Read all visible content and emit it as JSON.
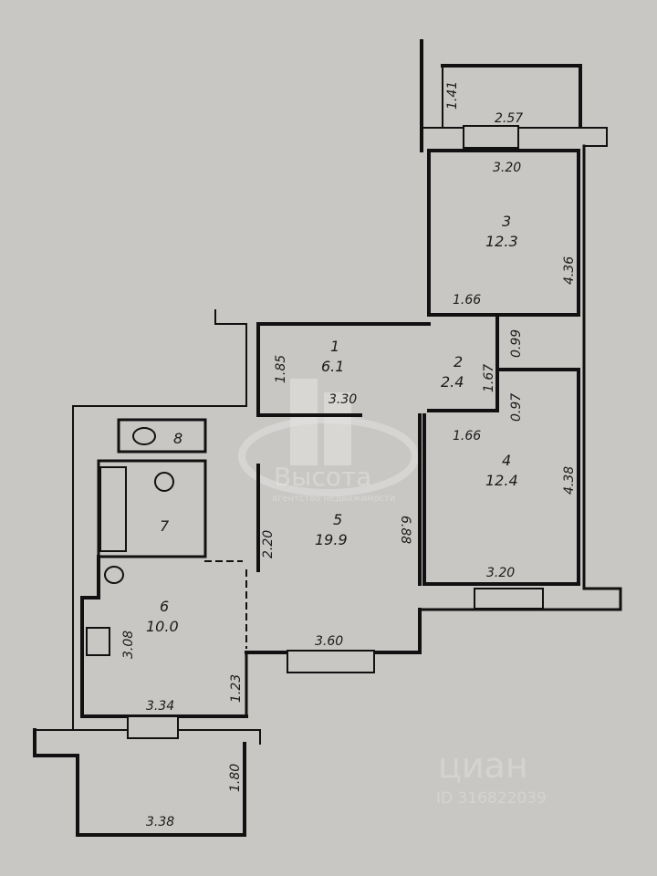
{
  "rooms": [
    {
      "num": "1",
      "area": "6.1"
    },
    {
      "num": "2",
      "area": "2.4"
    },
    {
      "num": "3",
      "area": "12.3"
    },
    {
      "num": "4",
      "area": "12.4"
    },
    {
      "num": "5",
      "area": "19.9"
    },
    {
      "num": "6",
      "area": "10.0"
    },
    {
      "num": "7"
    },
    {
      "num": "8"
    }
  ],
  "dimensions": [
    "1.41",
    "2.57",
    "3.20",
    "4.36",
    "1.66",
    "0.99",
    "1.85",
    "3.30",
    "1.67",
    "0.97",
    "1.66",
    "4.38",
    "6.88",
    "3.20",
    "2.20",
    "3.60",
    "3.08",
    "1.23",
    "3.34",
    "1.80",
    "3.38"
  ],
  "watermark": {
    "brand": "Высота",
    "tagline": "агентство недвижимости"
  },
  "listing": {
    "site": "циан",
    "id": "ID 316822039"
  }
}
